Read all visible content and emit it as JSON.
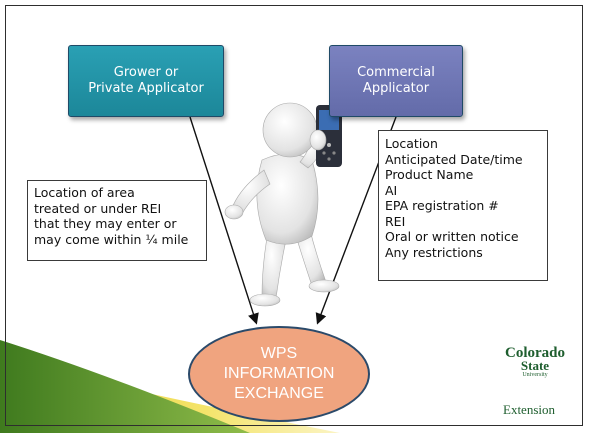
{
  "nodes": {
    "grower": {
      "lines": [
        "Grower or",
        "Private Applicator"
      ]
    },
    "commercial": {
      "lines": [
        "Commercial",
        "Applicator"
      ]
    },
    "exchange": {
      "lines": [
        "WPS",
        "INFORMATION",
        "EXCHANGE"
      ]
    }
  },
  "left_note": {
    "lines": [
      "Location of area",
      "treated or under REI",
      "that they may enter or",
      "may come within ¼ mile"
    ]
  },
  "right_note": {
    "lines": [
      "Location",
      "Anticipated Date/time",
      "Product Name",
      "AI",
      "EPA registration #",
      "REI",
      "Oral or written notice",
      "Any restrictions"
    ]
  },
  "logo": {
    "line1": "Colorado",
    "line2": "State",
    "line3": "University",
    "extension": "Extension"
  },
  "colors": {
    "grower": "#1c8799",
    "commercial": "#636ba9",
    "exchange": "#f0a47f",
    "accent_green": "#5a8a2a",
    "accent_yellow": "#e8d53a"
  }
}
